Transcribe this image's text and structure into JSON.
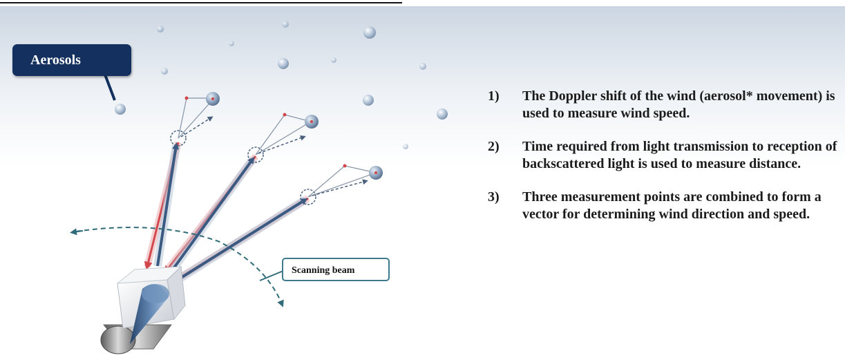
{
  "labels": {
    "aerosols": "Aerosols",
    "scanning_beam": "Scanning beam"
  },
  "steps": [
    {
      "num": "1)",
      "text": "The Doppler shift of the wind (aerosol* movement) is used to measure wind speed."
    },
    {
      "num": "2)",
      "text": "Time required from light transmission to reception of backscattered light is used to measure distance."
    },
    {
      "num": "3)",
      "text": "Three measurement points are combined to form a vector for determining wind direction and speed."
    }
  ],
  "colors": {
    "navy": "#13305e",
    "beam_blue": "#3b5a82",
    "return_red": "#d2474b",
    "scan_teal": "#2f6b78"
  }
}
